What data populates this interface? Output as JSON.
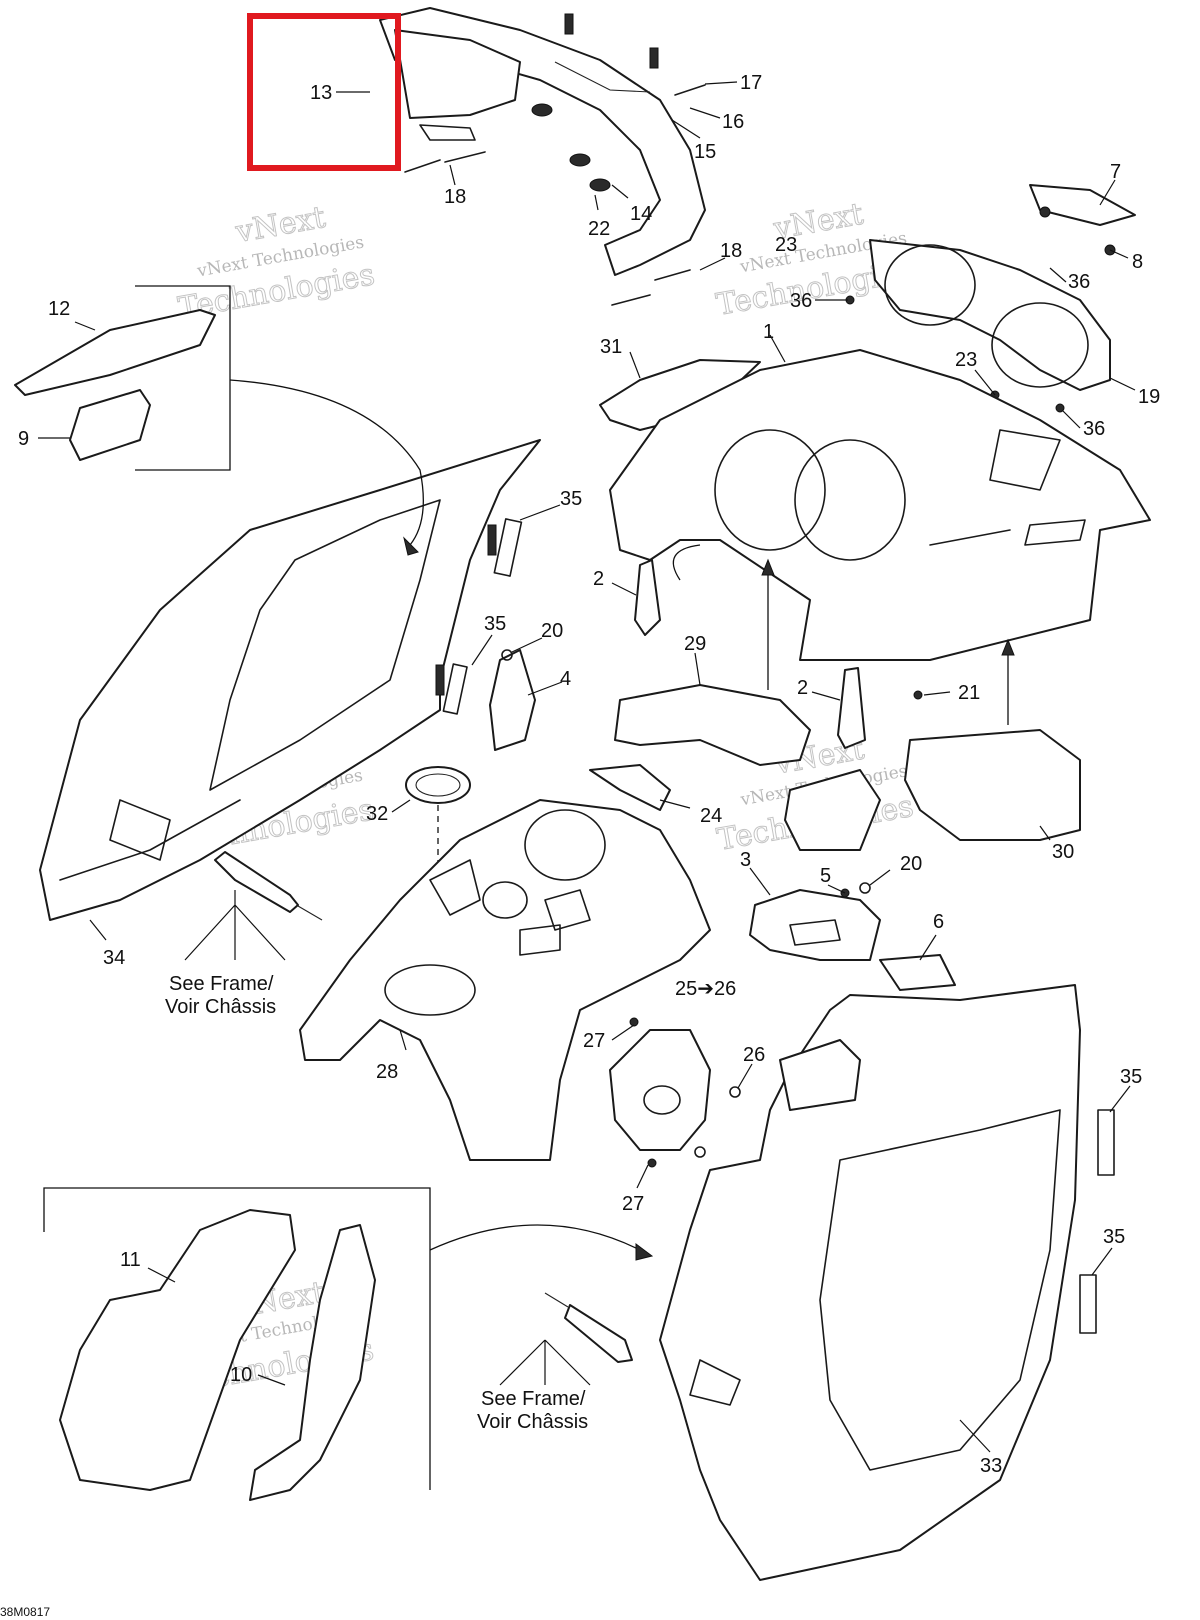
{
  "diagram_code": "38M0817",
  "highlight": {
    "part": "13",
    "color": "#e0191f"
  },
  "watermark": {
    "line1": "vNext Technologies",
    "line2": "vNext",
    "line3": "Technologies"
  },
  "notes": {
    "frame_en": "See Frame/",
    "frame_fr": "Voir Châssis"
  },
  "callouts": {
    "c1": "1",
    "c2a": "2",
    "c2b": "2",
    "c3": "3",
    "c4": "4",
    "c5": "5",
    "c6": "6",
    "c7": "7",
    "c8": "8",
    "c9": "9",
    "c10": "10",
    "c11": "11",
    "c12": "12",
    "c13": "13",
    "c14": "14",
    "c15": "15",
    "c16": "16",
    "c17": "17",
    "c18a": "18",
    "c18b": "18",
    "c19": "19",
    "c20a": "20",
    "c20b": "20",
    "c21": "21",
    "c22": "22",
    "c23a": "23",
    "c23b": "23",
    "c24": "24",
    "c25": "25➔26",
    "c26": "26",
    "c27a": "27",
    "c27b": "27",
    "c28": "28",
    "c29": "29",
    "c30": "30",
    "c31": "31",
    "c32": "32",
    "c33": "33",
    "c34": "34",
    "c35a": "35",
    "c35b": "35",
    "c35c": "35",
    "c35d": "35",
    "c36a": "36",
    "c36b": "36",
    "c36c": "36"
  }
}
